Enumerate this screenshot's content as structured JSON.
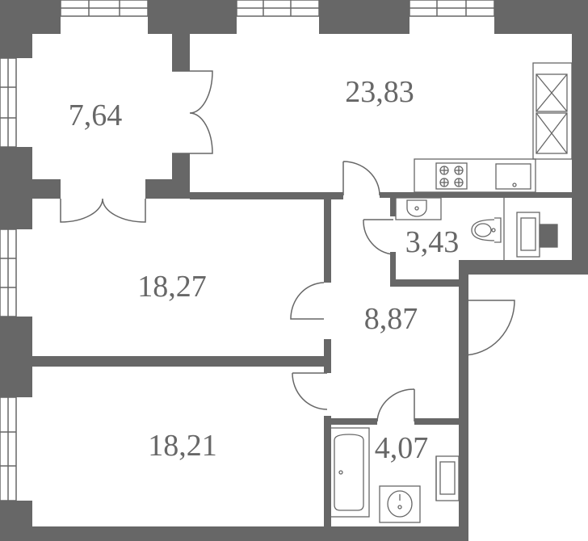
{
  "plan": {
    "colors": {
      "wall": "#676767",
      "line": "#676767",
      "background": "#ffffff"
    },
    "rooms": [
      {
        "id": "kitchen-living",
        "area": "23,83"
      },
      {
        "id": "small-room",
        "area": "7,64"
      },
      {
        "id": "bedroom-1",
        "area": "18,27"
      },
      {
        "id": "bedroom-2",
        "area": "18,21"
      },
      {
        "id": "hallway",
        "area": "8,87"
      },
      {
        "id": "wc",
        "area": "3,43"
      },
      {
        "id": "bathroom",
        "area": "4,07"
      }
    ]
  }
}
